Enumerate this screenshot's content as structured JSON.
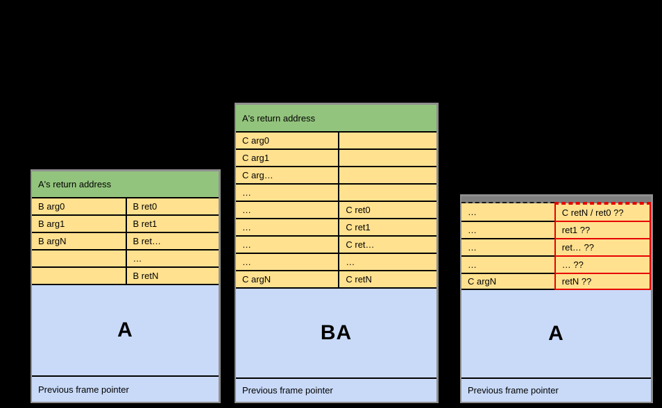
{
  "colors": {
    "background": "#000000",
    "header_green": "#93c47d",
    "cell_yellow": "#ffe18f",
    "frame_blue": "#c9daf8",
    "danger_red": "#e60000",
    "table_border_gray": "#8f8f8f",
    "cell_border_black": "#000000",
    "text": "#000000"
  },
  "stacks": [
    {
      "header": "A's return address",
      "rows": [
        [
          "B arg0",
          "B ret0"
        ],
        [
          "B arg1",
          "B ret1"
        ],
        [
          "B argN",
          "B ret…"
        ],
        [
          "",
          "…"
        ],
        [
          "",
          "B retN"
        ]
      ],
      "frame_label": "A",
      "footer": "Previous frame pointer"
    },
    {
      "header": "A's return address",
      "rows": [
        [
          "C arg0",
          ""
        ],
        [
          "C arg1",
          ""
        ],
        [
          "C arg…",
          ""
        ],
        [
          "…",
          ""
        ],
        [
          "…",
          "C ret0"
        ],
        [
          "…",
          "C ret1"
        ],
        [
          "…",
          "C ret…"
        ],
        [
          "…",
          "…"
        ],
        [
          "C argN",
          "C retN"
        ]
      ],
      "frame_label": "BA",
      "footer": "Previous frame pointer"
    },
    {
      "rows": [
        [
          "…",
          "C retN / ret0 ??"
        ],
        [
          "…",
          "ret1 ??"
        ],
        [
          "…",
          "ret… ??"
        ],
        [
          "…",
          "… ??"
        ],
        [
          "C argN",
          "retN ??"
        ]
      ],
      "frame_label": "A",
      "footer": "Previous frame pointer"
    }
  ]
}
